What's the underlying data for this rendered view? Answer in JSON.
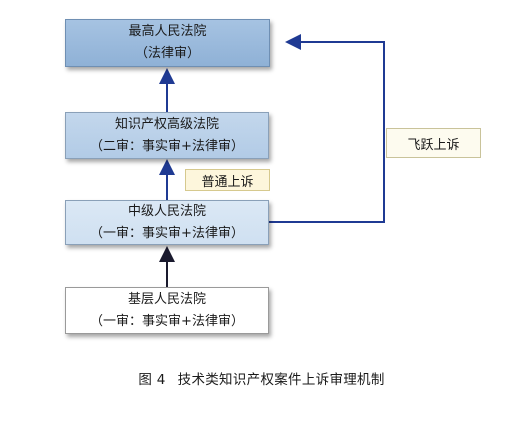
{
  "courts": {
    "supreme": {
      "name": "最高人民法院",
      "review": "（法律审）"
    },
    "ip_high": {
      "name": "知识产权高级法院",
      "review": "（二审：事实审+法律审）"
    },
    "intermediate": {
      "name": "中级人民法院",
      "review": "（一审：事实审+法律审）"
    },
    "basic": {
      "name": "基层人民法院",
      "review": "（一审：事实审+法律审）"
    }
  },
  "labels": {
    "ordinary_appeal": "普通上诉",
    "leapfrog_appeal": "飞跃上诉"
  },
  "caption": {
    "figure": "图 4",
    "text": "技术类知识产权案件上诉审理机制"
  },
  "colors": {
    "arrow_dark": "#1a1a2e",
    "arrow_blue": "#1f3a93"
  }
}
